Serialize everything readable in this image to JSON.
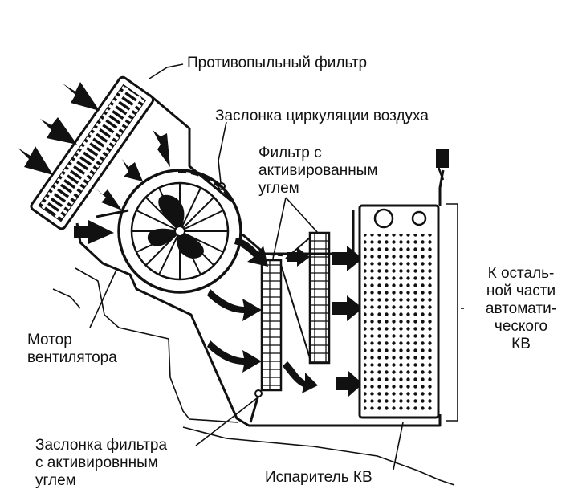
{
  "labels": {
    "dust_filter": "Противопыльный фильтр",
    "recirc_flap": "Заслонка циркуляции  воздуха",
    "carbon_filter": [
      "Фильтр с",
      "активированным",
      "углем"
    ],
    "fan_motor": [
      "Мотор",
      "вентилятора"
    ],
    "filter_flap": [
      "Заслонка фильтра",
      "с  активировнным",
      "углем"
    ],
    "evaporator": "Испаритель КВ",
    "to_rest": [
      "К осталь-",
      "ной части",
      "автомати-",
      "ческого",
      "КВ"
    ]
  },
  "colors": {
    "ink": "#111111",
    "background": "#ffffff"
  }
}
